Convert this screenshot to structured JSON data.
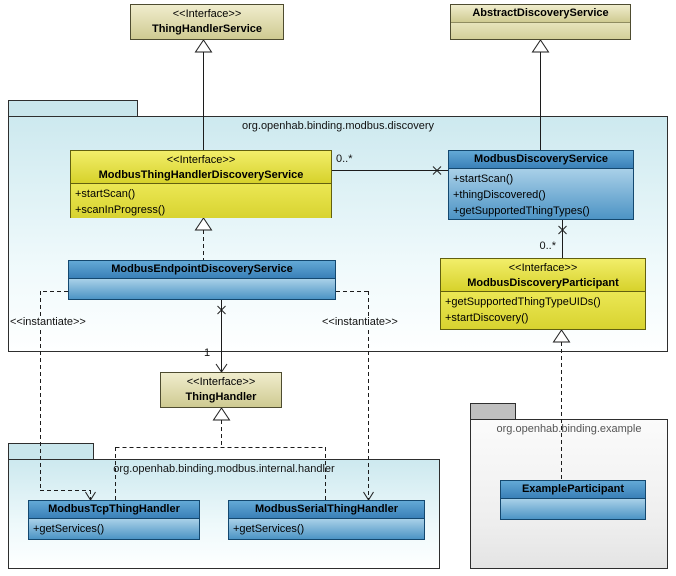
{
  "packages": {
    "discovery": {
      "name": "org.openhab.binding.modbus.discovery"
    },
    "internal_handler": {
      "name": "org.openhab.binding.modbus.internal.handler"
    },
    "example": {
      "name": "org.openhab.binding.example"
    }
  },
  "classes": {
    "thingHandlerService": {
      "stereotype": "<<Interface>>",
      "name": "ThingHandlerService"
    },
    "abstractDiscoveryService": {
      "name": "AbstractDiscoveryService"
    },
    "modbusThingHandlerDiscoveryService": {
      "stereotype": "<<Interface>>",
      "name": "ModbusThingHandlerDiscoveryService",
      "methods": [
        "+startScan()",
        "+scanInProgress()"
      ]
    },
    "modbusDiscoveryService": {
      "name": "ModbusDiscoveryService",
      "methods": [
        "+startScan()",
        "+thingDiscovered()",
        "+getSupportedThingTypes()"
      ]
    },
    "modbusEndpointDiscoveryService": {
      "name": "ModbusEndpointDiscoveryService"
    },
    "modbusDiscoveryParticipant": {
      "stereotype": "<<Interface>>",
      "name": "ModbusDiscoveryParticipant",
      "methods": [
        "+getSupportedThingTypeUIDs()",
        "+startDiscovery()"
      ]
    },
    "thingHandler": {
      "stereotype": "<<Interface>>",
      "name": "ThingHandler"
    },
    "modbusTcpThingHandler": {
      "name": "ModbusTcpThingHandler",
      "methods": [
        "+getServices()"
      ]
    },
    "modbusSerialThingHandler": {
      "name": "ModbusSerialThingHandler",
      "methods": [
        "+getServices()"
      ]
    },
    "exampleParticipant": {
      "name": "ExampleParticipant"
    }
  },
  "edgeLabels": {
    "multAssoc": "0..*",
    "multParticipant": "0..*",
    "multThingHandler": "1",
    "instantiateLeft": "<<instantiate>>",
    "instantiateRight": "<<instantiate>>"
  },
  "colors": {
    "class_blue_header": "#3c82b8",
    "interface_yellow": "#e4df3f",
    "external_tan": "#d9d5a4",
    "package_fill": "#cdeaef"
  }
}
